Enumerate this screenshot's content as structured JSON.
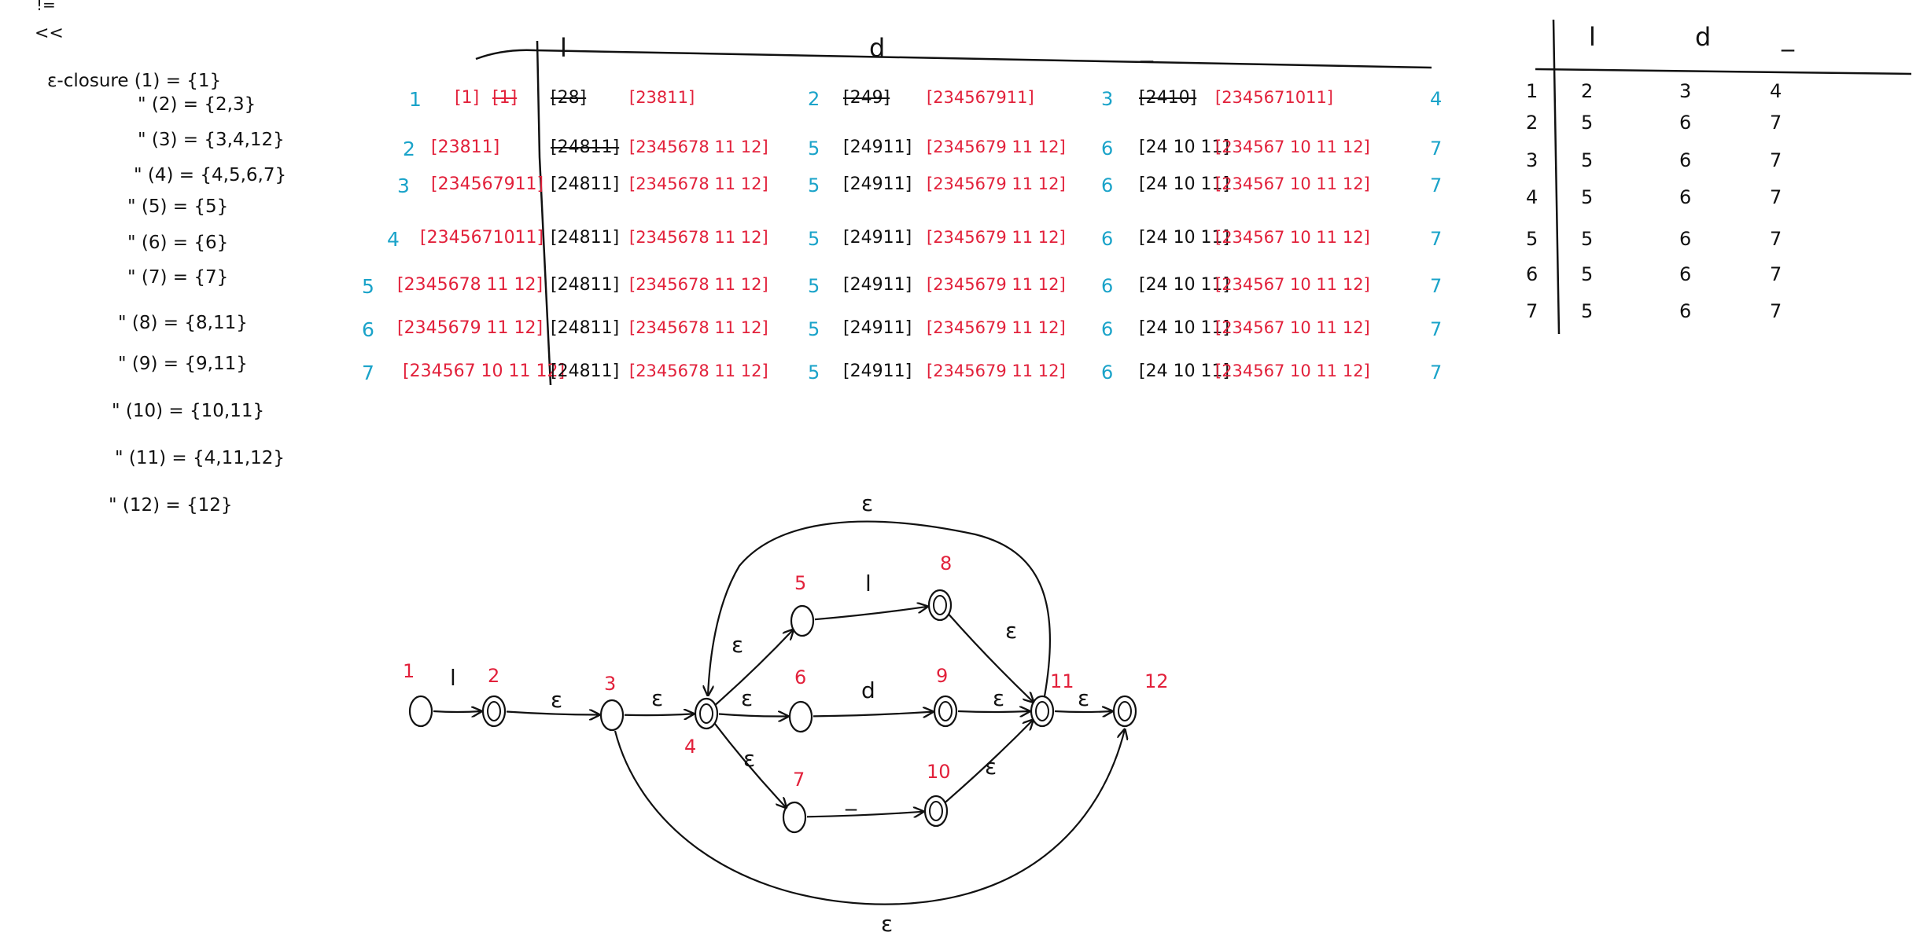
{
  "corner_marks": [
    "!=",
    "<<"
  ],
  "closures": [
    "ε-closure (1) = {1}",
    "\" (2) = {2,3}",
    "\" (3) = {3,4,12}",
    "\" (4) = {4,5,6,7}",
    "\" (5) = {5}",
    "\" (6) = {6}",
    "\" (7) = {7}",
    "\" (8) = {8,11}",
    "\" (9) = {9,11}",
    "\" (10) = {10,11}",
    "\" (11) = {4,11,12}",
    "\" (12) = {12}"
  ],
  "subset_table": {
    "headers": [
      "l",
      "d",
      "_"
    ],
    "rows": [
      {
        "id": "1",
        "state": "[1]",
        "state_struck": "[1]",
        "l": {
          "move": "[28]",
          "move_struck": true,
          "closure": "[23811]",
          "target": "2"
        },
        "d": {
          "move": "[249]",
          "move_struck": true,
          "closure": "[234567911]",
          "target": "3"
        },
        "u": {
          "move": "[2410]",
          "move_struck": true,
          "closure": "[2345671011]",
          "target": "4"
        }
      },
      {
        "id": "2",
        "state": "[23811]",
        "state_struck": "",
        "l": {
          "move": "[24811]",
          "move_struck": true,
          "closure": "[2345678 11 12]",
          "target": "5"
        },
        "d": {
          "move": "[24911]",
          "move_struck": false,
          "closure": "[2345679 11 12]",
          "target": "6"
        },
        "u": {
          "move": "[24 10 11]",
          "move_struck": false,
          "closure": "[234567 10 11 12]",
          "target": "7"
        }
      },
      {
        "id": "3",
        "state": "[234567911]",
        "state_struck": "",
        "l": {
          "move": "[24811]",
          "move_struck": false,
          "closure": "[2345678 11 12]",
          "target": "5"
        },
        "d": {
          "move": "[24911]",
          "move_struck": false,
          "closure": "[2345679 11 12]",
          "target": "6"
        },
        "u": {
          "move": "[24 10 11]",
          "move_struck": false,
          "closure": "[234567 10 11 12]",
          "target": "7"
        }
      },
      {
        "id": "4",
        "state": "[2345671011]",
        "state_struck": "",
        "l": {
          "move": "[24811]",
          "move_struck": false,
          "closure": "[2345678 11 12]",
          "target": "5"
        },
        "d": {
          "move": "[24911]",
          "move_struck": false,
          "closure": "[2345679 11 12]",
          "target": "6"
        },
        "u": {
          "move": "[24 10 11]",
          "move_struck": false,
          "closure": "[234567 10 11 12]",
          "target": "7"
        }
      },
      {
        "id": "5",
        "state": "[2345678 11 12]",
        "state_struck": "",
        "l": {
          "move": "[24811]",
          "move_struck": false,
          "closure": "[2345678 11 12]",
          "target": "5"
        },
        "d": {
          "move": "[24911]",
          "move_struck": false,
          "closure": "[2345679 11 12]",
          "target": "6"
        },
        "u": {
          "move": "[24 10 11]",
          "move_struck": false,
          "closure": "[234567 10 11 12]",
          "target": "7"
        }
      },
      {
        "id": "6",
        "state": "[2345679 11 12]",
        "state_struck": "",
        "l": {
          "move": "[24811]",
          "move_struck": false,
          "closure": "[2345678 11 12]",
          "target": "5"
        },
        "d": {
          "move": "[24911]",
          "move_struck": false,
          "closure": "[2345679 11 12]",
          "target": "6"
        },
        "u": {
          "move": "[24 10 11]",
          "move_struck": false,
          "closure": "[234567 10 11 12]",
          "target": "7"
        }
      },
      {
        "id": "7",
        "state": "[234567 10 11 12]",
        "state_struck": "",
        "l": {
          "move": "[24811]",
          "move_struck": false,
          "closure": "[2345678 11 12]",
          "target": "5"
        },
        "d": {
          "move": "[24911]",
          "move_struck": false,
          "closure": "[2345679 11 12]",
          "target": "6"
        },
        "u": {
          "move": "[24 10 11]",
          "move_struck": false,
          "closure": "[234567 10 11 12]",
          "target": "7"
        }
      }
    ]
  },
  "dfa_table": {
    "headers": [
      "l",
      "d",
      "_"
    ],
    "rows": [
      [
        "1",
        "2",
        "3",
        "4"
      ],
      [
        "2",
        "5",
        "6",
        "7"
      ],
      [
        "3",
        "5",
        "6",
        "7"
      ],
      [
        "4",
        "5",
        "6",
        "7"
      ],
      [
        "5",
        "5",
        "6",
        "7"
      ],
      [
        "6",
        "5",
        "6",
        "7"
      ],
      [
        "7",
        "5",
        "6",
        "7"
      ]
    ]
  },
  "nfa": {
    "states": [
      {
        "id": "1",
        "accepting": false
      },
      {
        "id": "2",
        "accepting": true
      },
      {
        "id": "3",
        "accepting": false
      },
      {
        "id": "4",
        "accepting": true
      },
      {
        "id": "5",
        "accepting": false
      },
      {
        "id": "6",
        "accepting": false
      },
      {
        "id": "7",
        "accepting": false
      },
      {
        "id": "8",
        "accepting": true
      },
      {
        "id": "9",
        "accepting": true
      },
      {
        "id": "10",
        "accepting": true
      },
      {
        "id": "11",
        "accepting": true
      },
      {
        "id": "12",
        "accepting": true
      }
    ],
    "edges": [
      {
        "from": "1",
        "to": "2",
        "label": "l"
      },
      {
        "from": "2",
        "to": "3",
        "label": "ε"
      },
      {
        "from": "3",
        "to": "4",
        "label": "ε"
      },
      {
        "from": "4",
        "to": "5",
        "label": "ε"
      },
      {
        "from": "4",
        "to": "6",
        "label": "ε"
      },
      {
        "from": "4",
        "to": "7",
        "label": "ε"
      },
      {
        "from": "5",
        "to": "8",
        "label": "l"
      },
      {
        "from": "6",
        "to": "9",
        "label": "d"
      },
      {
        "from": "7",
        "to": "10",
        "label": "_"
      },
      {
        "from": "8",
        "to": "11",
        "label": "ε"
      },
      {
        "from": "9",
        "to": "11",
        "label": "ε"
      },
      {
        "from": "10",
        "to": "11",
        "label": "ε"
      },
      {
        "from": "11",
        "to": "12",
        "label": "ε"
      },
      {
        "from": "11",
        "to": "4",
        "label": "ε"
      },
      {
        "from": "3",
        "to": "12",
        "label": "ε"
      }
    ]
  },
  "colors": {
    "ink": "#111111",
    "red": "#e2213b",
    "blue": "#1aa3c9"
  }
}
